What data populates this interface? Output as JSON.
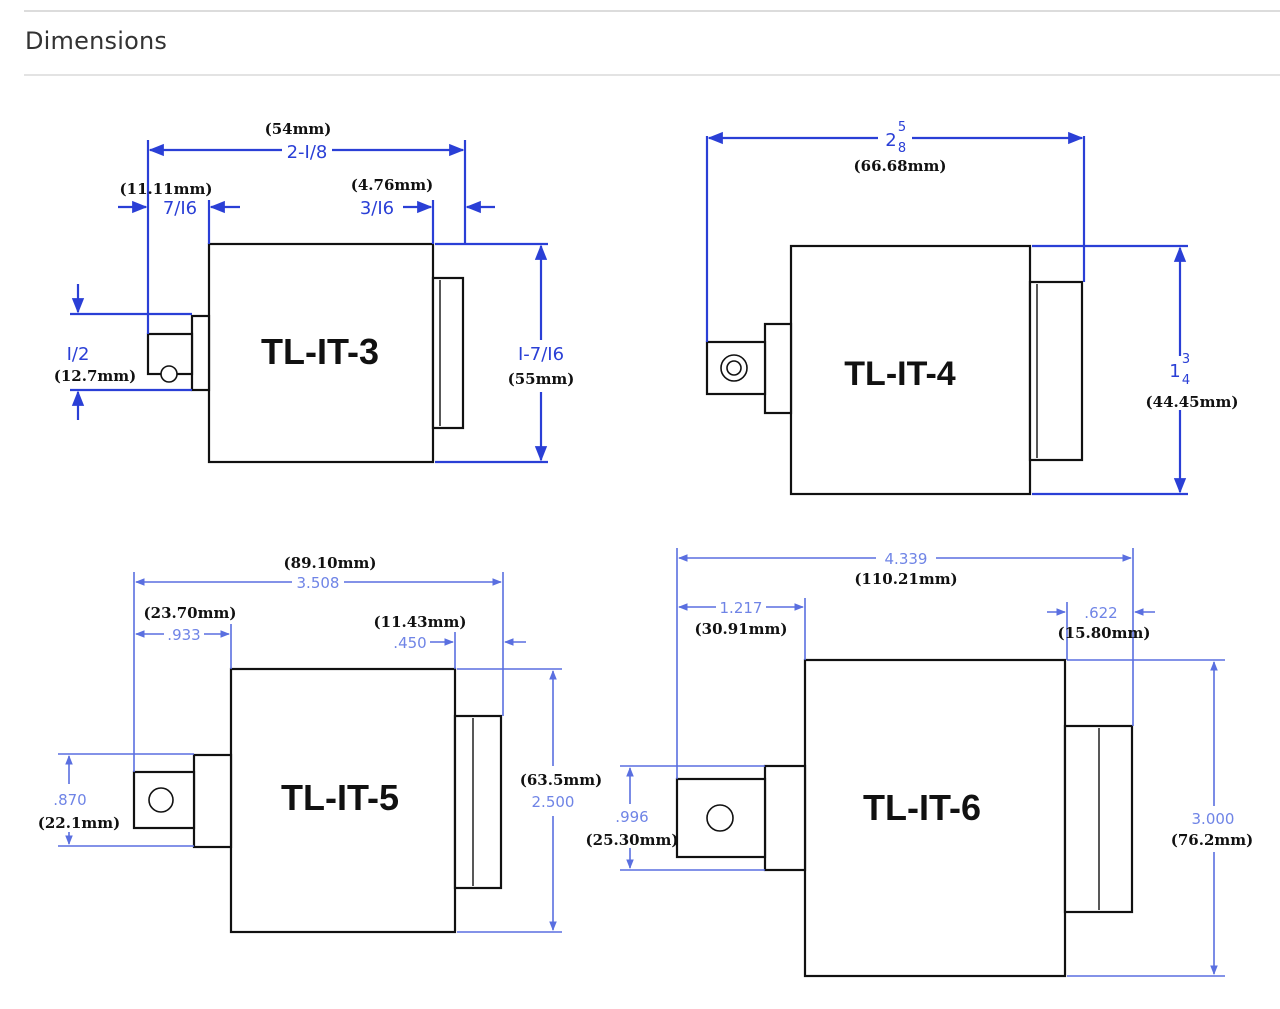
{
  "section": {
    "title": "Dimensions"
  },
  "diagrams": [
    {
      "model": "TL-IT-3",
      "overall": {
        "frac": "2-I/8",
        "mm": "(54mm)"
      },
      "drive_len": {
        "frac": "7/I6",
        "mm": "(11.11mm)"
      },
      "back_len": {
        "frac": "3/I6",
        "mm": "(4.76mm)"
      },
      "drive_size": {
        "frac": "I/2",
        "mm": "(12.7mm)"
      },
      "height": {
        "frac": "I-7/I6",
        "mm": "(55mm)"
      }
    },
    {
      "model": "TL-IT-4",
      "overall": {
        "whole": "2",
        "num": "5",
        "den": "8",
        "mm": "(66.68mm)"
      },
      "height": {
        "whole": "1",
        "num": "3",
        "den": "4",
        "mm": "(44.45mm)"
      }
    },
    {
      "model": "TL-IT-5",
      "overall": {
        "dec": "3.508",
        "mm": "(89.10mm)"
      },
      "drive_len": {
        "dec": ".933",
        "mm": "(23.70mm)"
      },
      "back_len": {
        "dec": ".450",
        "mm": "(11.43mm)"
      },
      "drive_size": {
        "dec": ".870",
        "mm": "(22.1mm)"
      },
      "height": {
        "dec": "2.500",
        "mm": "(63.5mm)"
      }
    },
    {
      "model": "TL-IT-6",
      "overall": {
        "dec": "4.339",
        "mm": "(110.21mm)"
      },
      "drive_len": {
        "dec": "1.217",
        "mm": "(30.91mm)"
      },
      "back_len": {
        "dec": ".622",
        "mm": "(15.80mm)"
      },
      "drive_size": {
        "dec": ".996",
        "mm": "(25.30mm)"
      },
      "height": {
        "dec": "3.000",
        "mm": "(76.2mm)"
      }
    }
  ]
}
